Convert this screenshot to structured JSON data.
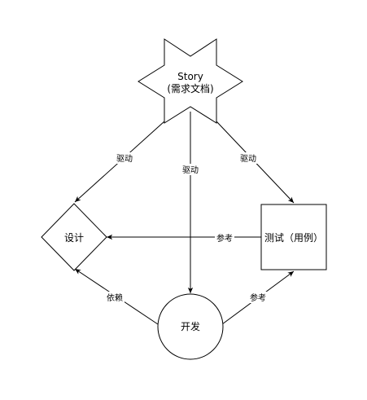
{
  "diagram": {
    "nodes": {
      "story": {
        "line1": "Story",
        "line2": "(需求文档)"
      },
      "design": {
        "label": "设计"
      },
      "test": {
        "label": "测试（用例）"
      },
      "dev": {
        "label": "开发"
      }
    },
    "edges": {
      "story_to_design": "驱动",
      "story_to_dev": "驱动",
      "story_to_test": "驱动",
      "test_to_design": "参考",
      "dev_to_design": "依赖",
      "dev_to_test": "参考"
    }
  },
  "colors": {
    "stroke": "#000000",
    "fill": "#ffffff"
  }
}
